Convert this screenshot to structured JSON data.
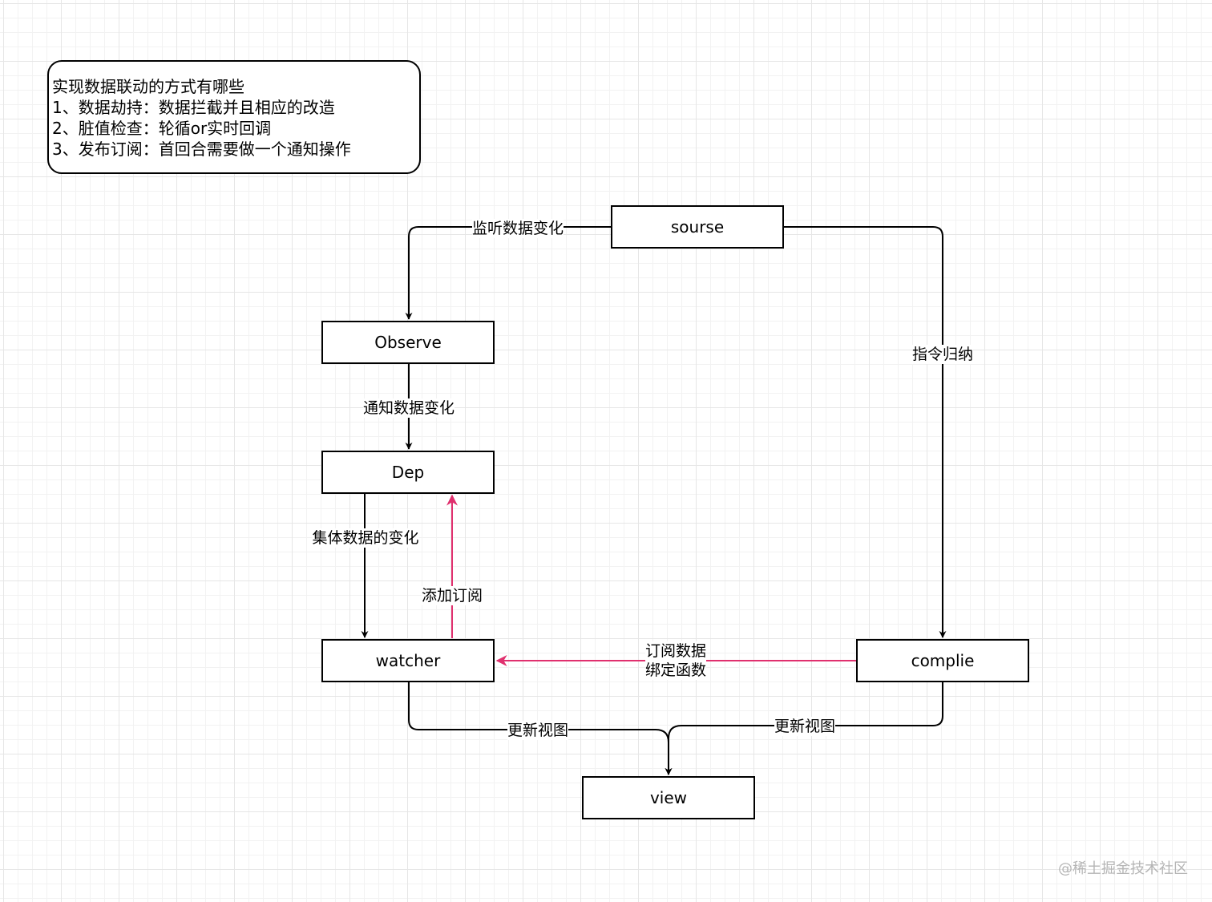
{
  "note": {
    "lines": [
      "实现数据联动的方式有哪些",
      "1、数据劫持：数据拦截并且相应的改造",
      "2、脏值检查：轮循or实时回调",
      "3、发布订阅：首回合需要做一个通知操作"
    ]
  },
  "nodes": {
    "sourse": "sourse",
    "observe": "Observe",
    "dep": "Dep",
    "watcher": "watcher",
    "complie": "complie",
    "view": "view"
  },
  "edges": {
    "sourse_to_observe": "监听数据变化",
    "sourse_to_complie": "指令归纳",
    "observe_to_dep": "通知数据变化",
    "dep_to_watcher": "集体数据的变化",
    "watcher_to_dep": "添加订阅",
    "complie_to_watcher_line1": "订阅数据",
    "complie_to_watcher_line2": "绑定函数",
    "watcher_to_view": "更新视图",
    "complie_to_view": "更新视图"
  },
  "colors": {
    "line": "#000000",
    "subscribe": "#e0306e"
  },
  "watermark": "@稀土掘金技术社区"
}
